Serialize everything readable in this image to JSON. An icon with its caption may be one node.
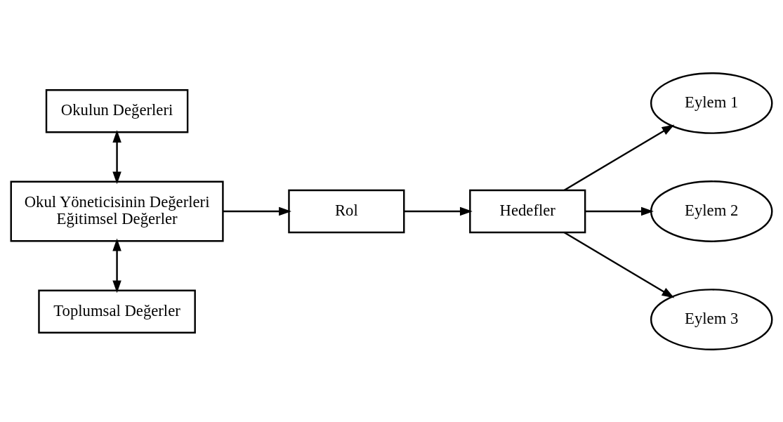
{
  "diagram": {
    "nodes": [
      {
        "text": [
          "Okulun Değerleri"
        ]
      },
      {
        "text": [
          "Okul Yöneticisinin Değerleri",
          "Eğitimsel Değerler"
        ]
      },
      {
        "text": [
          "Toplumsal Değerler"
        ]
      },
      {
        "text": [
          "Rol"
        ]
      },
      {
        "text": [
          "Hedefler"
        ]
      },
      {
        "text": [
          "Eylem 1"
        ]
      },
      {
        "text": [
          "Eylem 2"
        ]
      },
      {
        "text": [
          "Eylem 3"
        ]
      }
    ],
    "edges": [
      {
        "from": 0,
        "to": 1,
        "arrow": "both"
      },
      {
        "from": 1,
        "to": 2,
        "arrow": "both"
      },
      {
        "from": 1,
        "to": 3,
        "arrow": "to"
      },
      {
        "from": 3,
        "to": 4,
        "arrow": "to"
      },
      {
        "from": 4,
        "to": 5,
        "arrow": "to"
      },
      {
        "from": 4,
        "to": 6,
        "arrow": "to"
      },
      {
        "from": 4,
        "to": 7,
        "arrow": "to"
      }
    ]
  }
}
